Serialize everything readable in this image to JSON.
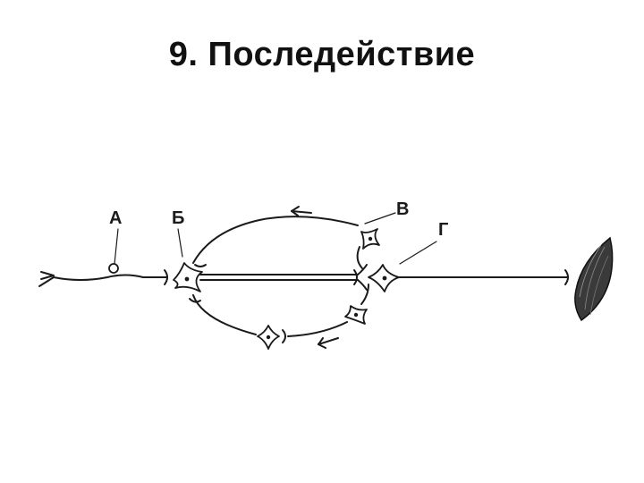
{
  "slide": {
    "title": "9. Последействие"
  },
  "labels": {
    "a": "А",
    "b": "Б",
    "v": "В",
    "g": "Г"
  }
}
